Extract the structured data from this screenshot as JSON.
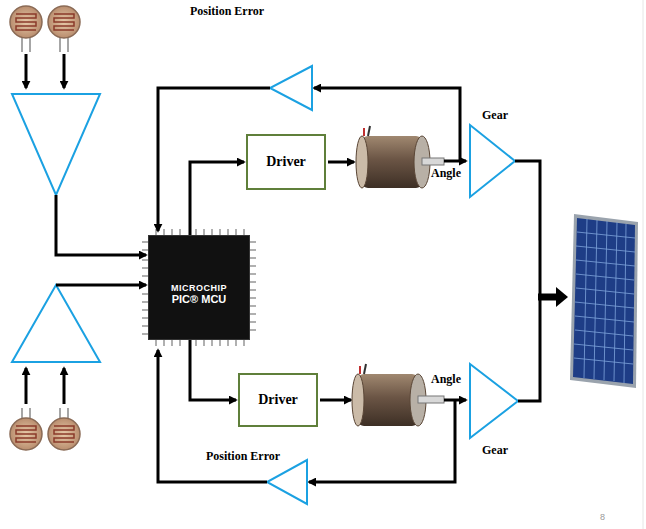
{
  "diagram": {
    "nodes": [
      {
        "text": [
          "MICROCHIP",
          "PIC® MCU"
        ]
      },
      {
        "text": [
          "Driver"
        ]
      },
      {
        "text": [
          "Driver"
        ]
      }
    ],
    "edges": [
      {
        "from": 0,
        "to": 1,
        "arrow": "to"
      },
      {
        "from": 0,
        "to": 2,
        "arrow": "to"
      }
    ],
    "labels": [
      "Position Error",
      "Gear",
      "Angle",
      "Angle",
      "Gear",
      "Position Error",
      "8"
    ]
  }
}
